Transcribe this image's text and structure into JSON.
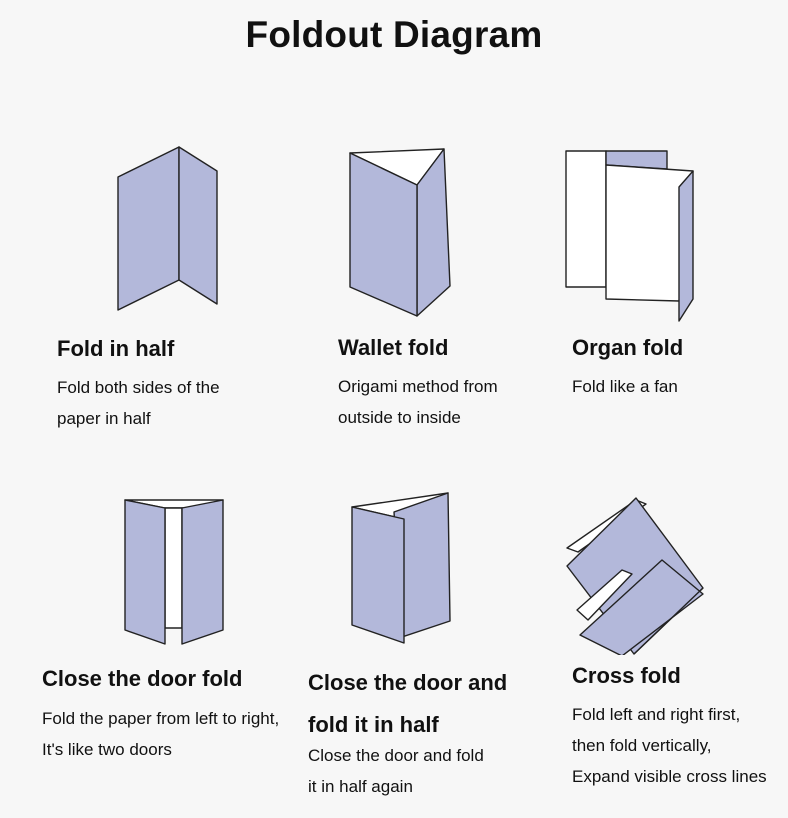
{
  "title": "Foldout Diagram",
  "items": [
    {
      "heading": "Fold in half",
      "desc": [
        "Fold both sides of the",
        "paper in half"
      ]
    },
    {
      "heading": "Wallet fold",
      "desc": [
        "Origami method from",
        "outside to inside"
      ]
    },
    {
      "heading": "Organ fold",
      "desc": [
        "Fold like a fan"
      ]
    },
    {
      "heading": "Close the door fold",
      "desc": [
        "Fold the paper from left to right,",
        "It's like two doors"
      ]
    },
    {
      "heading_lines": [
        "Close the door and",
        "fold it in half"
      ],
      "desc": [
        "Close the door and fold",
        "it in half again"
      ]
    },
    {
      "heading": "Cross fold",
      "desc": [
        "Fold left and right first,",
        "then fold vertically,",
        "Expand visible cross lines"
      ]
    }
  ],
  "colors": {
    "paper_fill": "#b3b8da",
    "paper_back": "#ffffff",
    "outline": "#222222",
    "background": "#f7f7f7"
  }
}
